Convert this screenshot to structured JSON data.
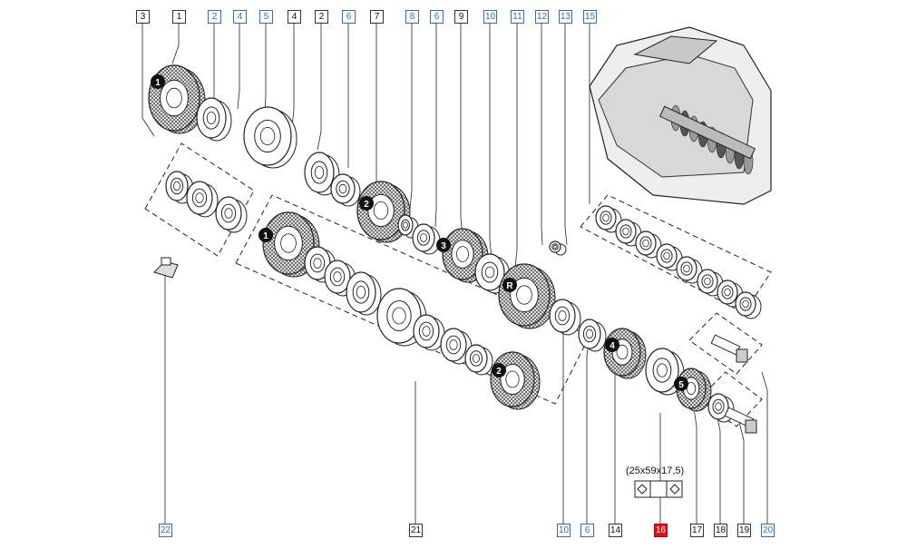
{
  "top_labels": [
    {
      "id": "3",
      "style": "plain"
    },
    {
      "id": "1",
      "style": "plain"
    },
    {
      "id": "2",
      "style": "blue"
    },
    {
      "id": "4",
      "style": "blue"
    },
    {
      "id": "5",
      "style": "blue"
    },
    {
      "id": "4",
      "style": "plain"
    },
    {
      "id": "2",
      "style": "plain"
    },
    {
      "id": "6",
      "style": "blue"
    },
    {
      "id": "7",
      "style": "plain"
    },
    {
      "id": "8",
      "style": "blue"
    },
    {
      "id": "6",
      "style": "blue"
    },
    {
      "id": "9",
      "style": "plain"
    },
    {
      "id": "10",
      "style": "blue"
    },
    {
      "id": "11",
      "style": "blue"
    },
    {
      "id": "12",
      "style": "blue"
    },
    {
      "id": "13",
      "style": "blue"
    },
    {
      "id": "15",
      "style": "blue"
    }
  ],
  "bottom_labels": [
    {
      "id": "22",
      "style": "blue"
    },
    {
      "id": "21",
      "style": "plain"
    },
    {
      "id": "10",
      "style": "blue"
    },
    {
      "id": "6",
      "style": "blue"
    },
    {
      "id": "14",
      "style": "plain"
    },
    {
      "id": "16",
      "style": "highlight"
    },
    {
      "id": "17",
      "style": "plain"
    },
    {
      "id": "18",
      "style": "plain"
    },
    {
      "id": "19",
      "style": "plain"
    },
    {
      "id": "20",
      "style": "blue"
    }
  ],
  "gear_markers": [
    "1",
    "2",
    "3",
    "R",
    "4",
    "5",
    "1",
    "2"
  ],
  "bearing_dimensions": "(25x59x17,5)",
  "colors": {
    "blue_label": "#2f6fae",
    "highlight": "#e0101a",
    "line": "#222222"
  }
}
